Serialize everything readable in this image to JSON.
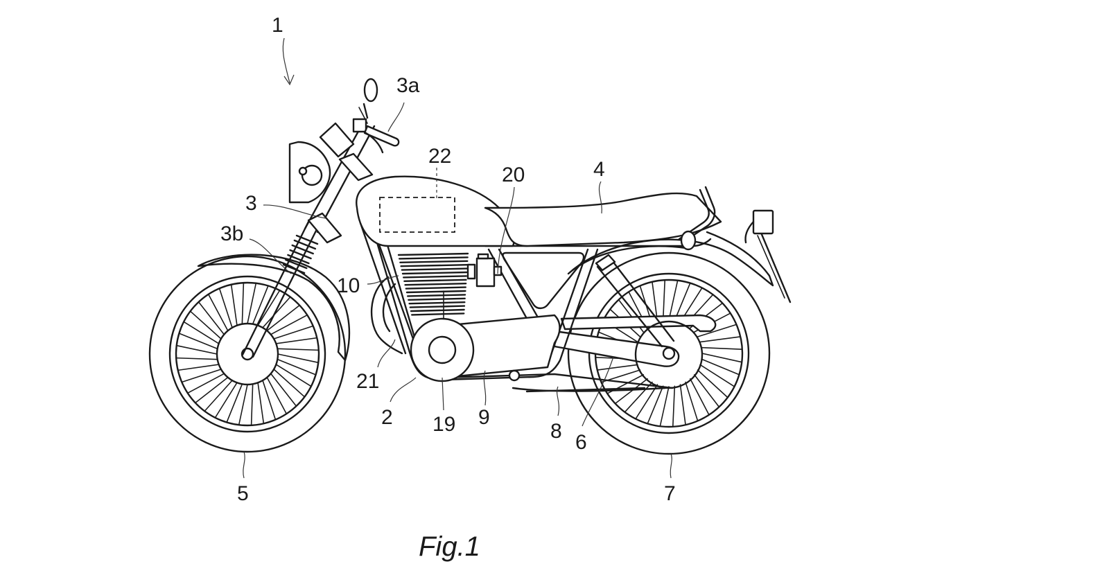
{
  "figure": {
    "caption": "Fig.1",
    "subject": "motorcycle side view (patent drawing)",
    "line_color": "#1a1a1a",
    "background": "#ffffff"
  },
  "reference_labels": {
    "motorcycle": "1",
    "body_frame": "2",
    "steering_handle_assembly": "3",
    "handlebar": "3a",
    "front_fork": "3b",
    "seat": "4",
    "front_wheel": "5",
    "swing_arm": "6",
    "rear_wheel": "7",
    "drive_chain": "8",
    "crankcase": "9",
    "engine_cylinder": "10",
    "crankshaft_cover": "19",
    "intake_component": "20",
    "exhaust_pipe": "21",
    "fuel_tank_internal_unit": "22"
  }
}
